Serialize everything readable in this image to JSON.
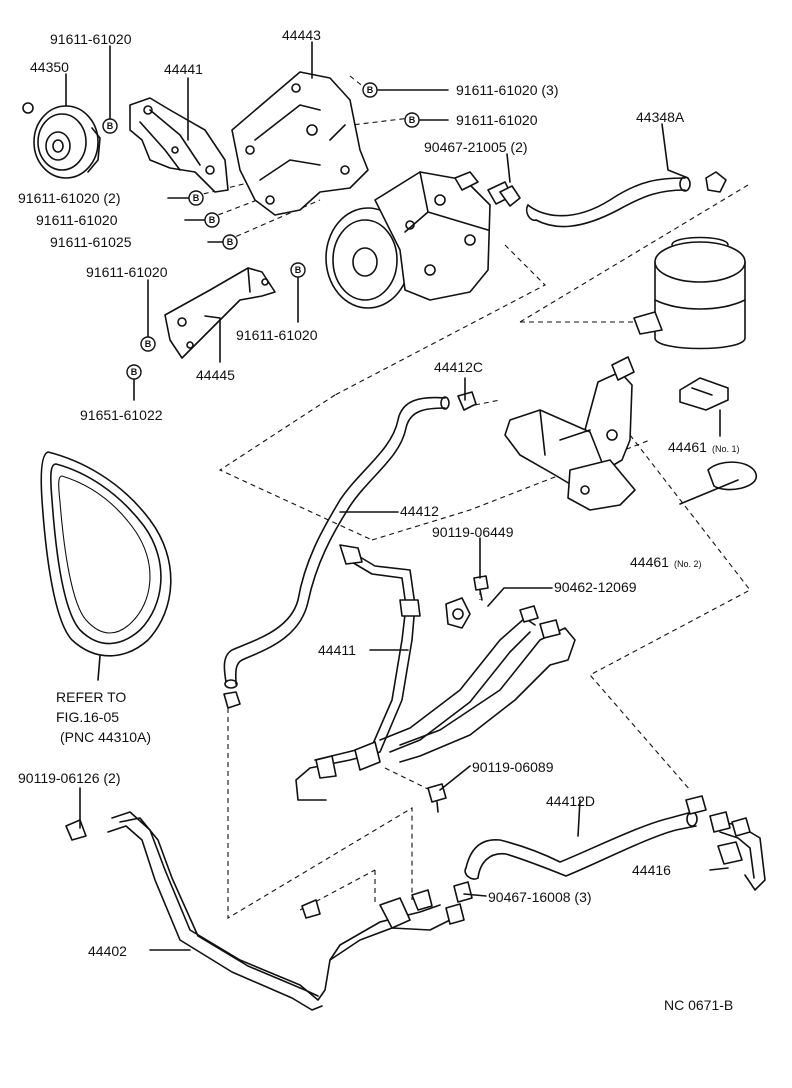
{
  "drawing_code": "NC 0671-B",
  "bolt_marker": "B",
  "note": {
    "line1": "REFER TO",
    "line2": "FIG.16-05",
    "line3": "(PNC 44310A)"
  },
  "labels": {
    "p91611_61020_a": "91611-61020",
    "p44350": "44350",
    "p44441": "44441",
    "p44443": "44443",
    "p91611_61020_3": "91611-61020 (3)",
    "p91611_61020_b": "91611-61020",
    "p44348A": "44348A",
    "p90467_21005": "90467-21005 (2)",
    "p91611_61020_2": "91611-61020 (2)",
    "p91611_61020_c": "91611-61020",
    "p91611_61025": "91611-61025",
    "p91611_61020_d": "91611-61020",
    "p91611_61020_e": "91611-61020",
    "p44445": "44445",
    "p91651_61022": "91651-61022",
    "p44412C": "44412C",
    "p44461_no1": "44461",
    "p44461_no1_suffix": "(No. 1)",
    "p44412": "44412",
    "p90119_06449": "90119-06449",
    "p44461_no2": "44461",
    "p44461_no2_suffix": "(No. 2)",
    "p90462_12069": "90462-12069",
    "p44411": "44411",
    "p90119_06126": "90119-06126 (2)",
    "p90119_06089": "90119-06089",
    "p44412D": "44412D",
    "p44416": "44416",
    "p90467_16008": "90467-16008 (3)",
    "p44402": "44402"
  }
}
